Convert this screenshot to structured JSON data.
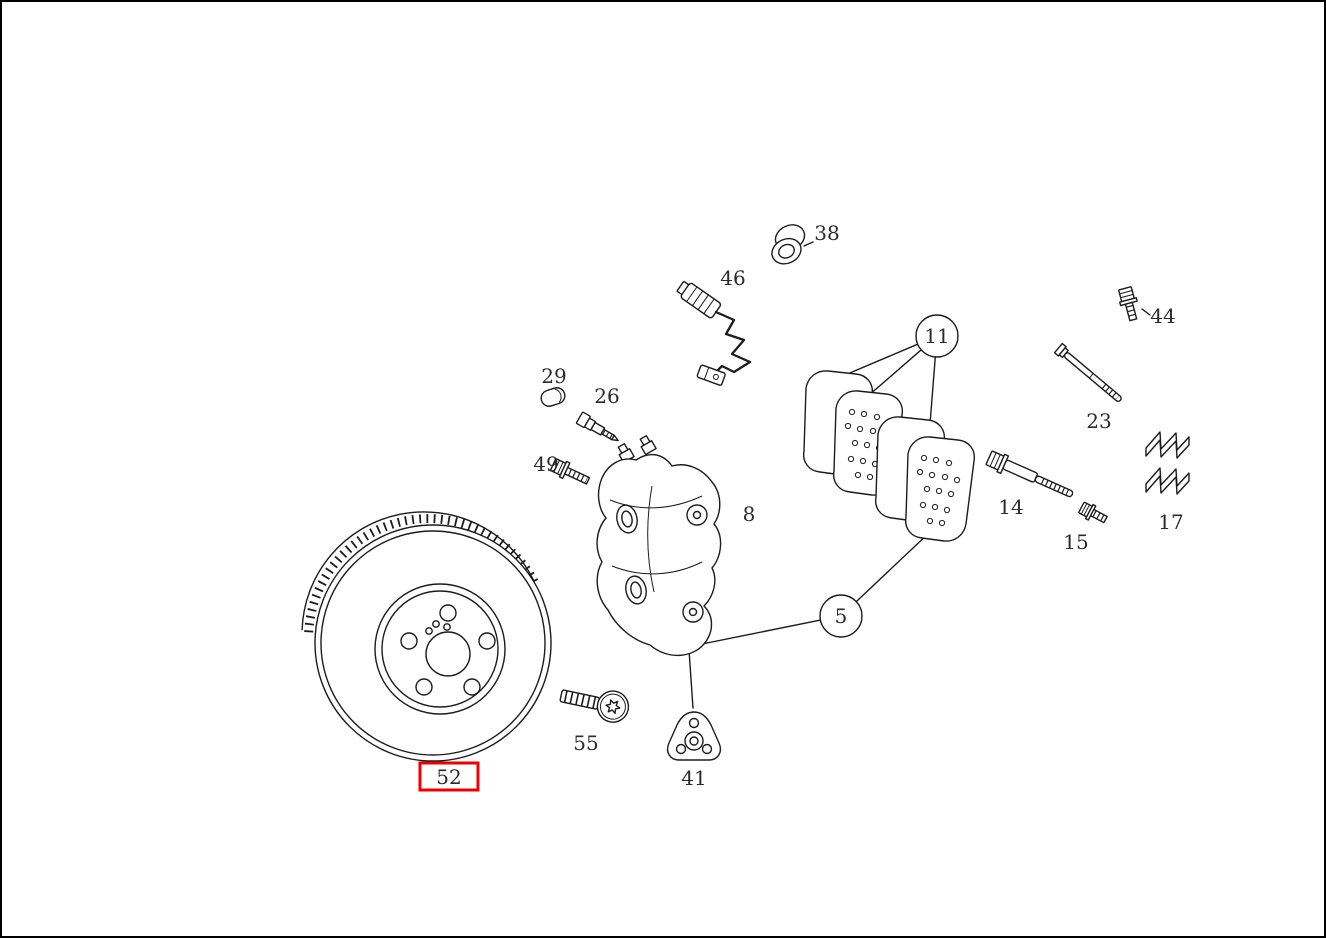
{
  "diagram": {
    "kind": "exploded-parts-diagram",
    "subject": "front disc brake assembly",
    "background_color": "#ffffff",
    "line_color": "#1c1c1c",
    "text_color": "#2b2b2b",
    "highlight_color": "#ee0000",
    "highlighted_label": "52",
    "callout_circles": [
      "11",
      "5"
    ],
    "labels": {
      "38": "38",
      "46": "46",
      "44": "44",
      "29": "29",
      "26": "26",
      "11": "11",
      "23": "23",
      "49": "49",
      "8": "8",
      "14": "14",
      "15": "15",
      "17": "17",
      "5": "5",
      "55": "55",
      "41": "41",
      "52": "52"
    }
  }
}
